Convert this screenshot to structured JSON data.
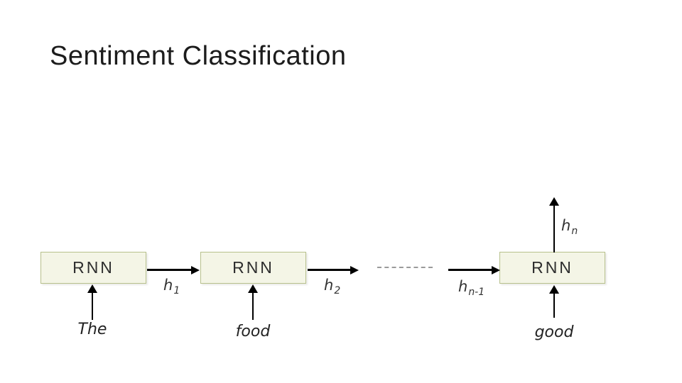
{
  "slide": {
    "title": "Sentiment Classification"
  },
  "diagram": {
    "boxes": [
      {
        "label": "RNN"
      },
      {
        "label": "RNN"
      },
      {
        "label": "RNN"
      }
    ],
    "hidden_labels": [
      {
        "base": "h",
        "sub": "1"
      },
      {
        "base": "h",
        "sub": "2"
      },
      {
        "base": "h",
        "sub": "n-1"
      },
      {
        "base": "h",
        "sub": "n"
      }
    ],
    "inputs": [
      {
        "word": "The"
      },
      {
        "word": "food"
      },
      {
        "word": "good"
      }
    ],
    "colors": {
      "background": "#ffffff",
      "title_text": "#1c1c1c",
      "box_fill": "#f4f5e6",
      "box_border": "#b7c08c",
      "box_text": "#2e2e2e",
      "arrow": "#000000",
      "dashed_connector": "#9a9a9a",
      "label_text": "#333333"
    }
  }
}
